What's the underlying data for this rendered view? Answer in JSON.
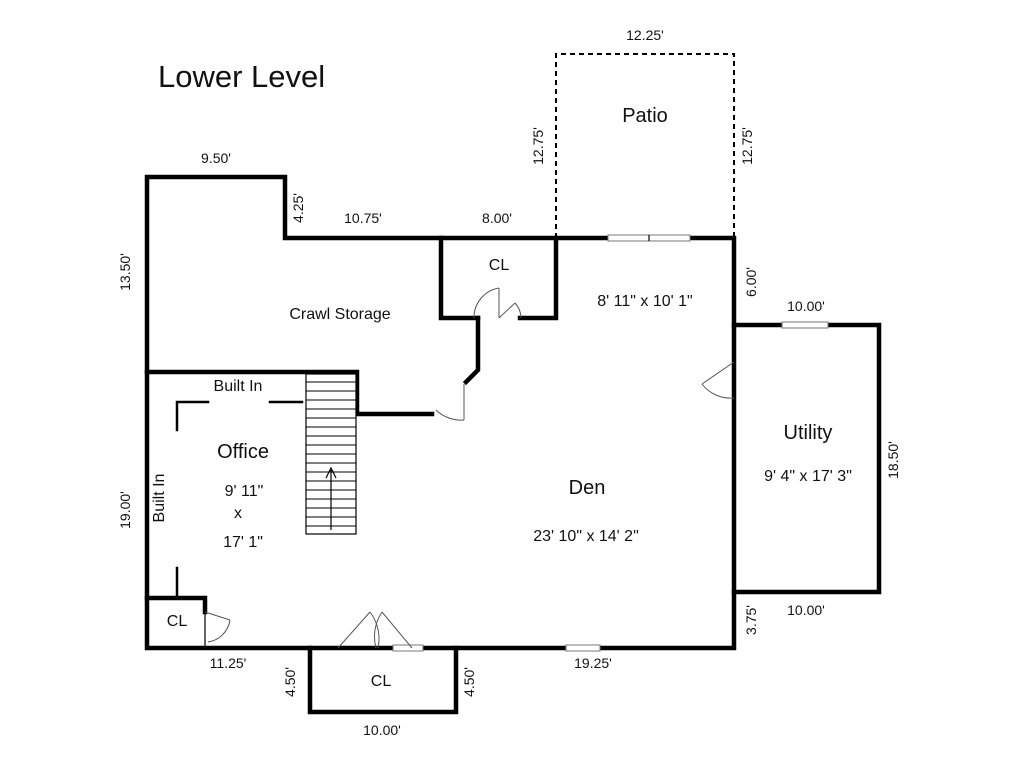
{
  "title": "Lower Level",
  "rooms": {
    "patio": "Patio",
    "crawl_storage": "Crawl Storage",
    "closet_top": "CL",
    "closet_office": "CL",
    "closet_bottom": "CL",
    "den_upper_size": "8' 11\" x 10' 1\"",
    "office_name": "Office",
    "office_size_1": "9' 11\"",
    "office_size_x": "x",
    "office_size_2": "17' 1\"",
    "den_name": "Den",
    "den_size": "23' 10\" x 14' 2\"",
    "utility_name": "Utility",
    "utility_size": "9' 4\" x 17' 3\"",
    "built_in_top": "Built In",
    "built_in_side": "Built In"
  },
  "dimensions": {
    "patio_top": "12.25'",
    "patio_left": "12.75'",
    "patio_right": "12.75'",
    "crawl_top": "9.50'",
    "notch": "4.25'",
    "upper_wall_1": "10.75'",
    "upper_wall_2": "8.00'",
    "left_upper": "13.50'",
    "left_lower": "19.00'",
    "den_right_upper": "6.00'",
    "utility_top": "10.00'",
    "utility_right": "18.50'",
    "utility_bottom": "10.00'",
    "den_right_lower": "3.75'",
    "bottom_left": "11.25'",
    "bump_left": "4.50'",
    "bump_right": "4.50'",
    "bump_bottom": "10.00'",
    "bottom_right": "19.25'"
  }
}
